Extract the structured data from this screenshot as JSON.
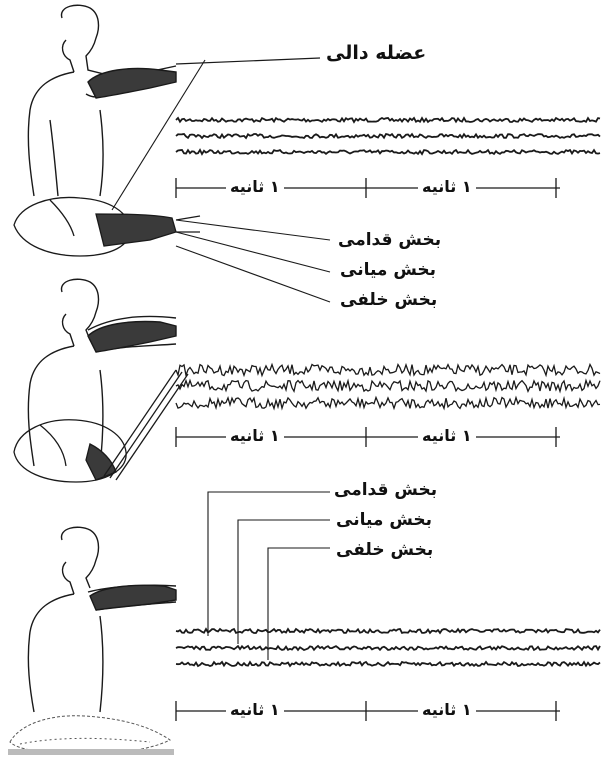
{
  "labels": {
    "muscle": "عضله دالی",
    "part_anterior": "بخش قدامی",
    "part_middle": "بخش میانی",
    "part_posterior": "بخش خلفی",
    "second": "۱ ثانیه"
  },
  "colors": {
    "ink": "#1a1a1a",
    "paper": "#ffffff",
    "muscle_fill": "#3a3a3a"
  },
  "icons": [
    "human-torso-icon",
    "shoulder-top-view-icon",
    "arm-raised-icon",
    "hand-resting-icon"
  ],
  "panels": [
    {
      "name": "panel-rest",
      "traces": 3,
      "amplitude": [
        "low",
        "low",
        "low"
      ]
    },
    {
      "name": "panel-abduction",
      "traces": 3,
      "amplitude": [
        "high",
        "high",
        "high"
      ]
    },
    {
      "name": "panel-supported",
      "traces": 3,
      "amplitude": [
        "low",
        "low",
        "low"
      ]
    }
  ]
}
